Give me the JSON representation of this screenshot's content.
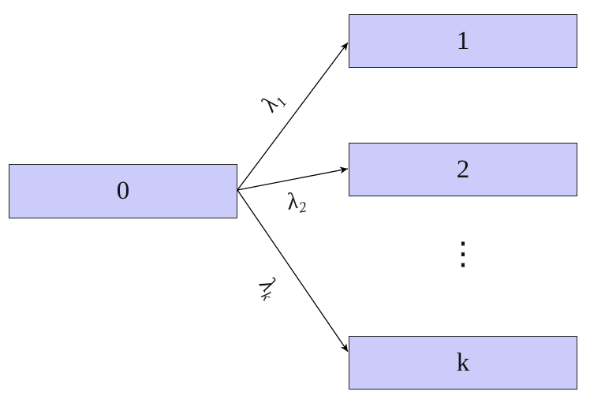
{
  "diagram": {
    "colors": {
      "background": "#ffffff",
      "node_fill": "#ccccfa",
      "node_border": "#1f1f1f",
      "edge_stroke": "#000000"
    },
    "nodes": [
      {
        "id": "0",
        "label": "0"
      },
      {
        "id": "1",
        "label": "1"
      },
      {
        "id": "2",
        "label": "2"
      },
      {
        "id": "k",
        "label": "k"
      }
    ],
    "edges": [
      {
        "from": "0",
        "to": "1",
        "symbol": "λ",
        "subscript": "1"
      },
      {
        "from": "0",
        "to": "2",
        "symbol": "λ",
        "subscript": "2"
      },
      {
        "from": "0",
        "to": "k",
        "symbol": "λ",
        "subscript": "k"
      }
    ],
    "ellipsis": "⋮"
  }
}
